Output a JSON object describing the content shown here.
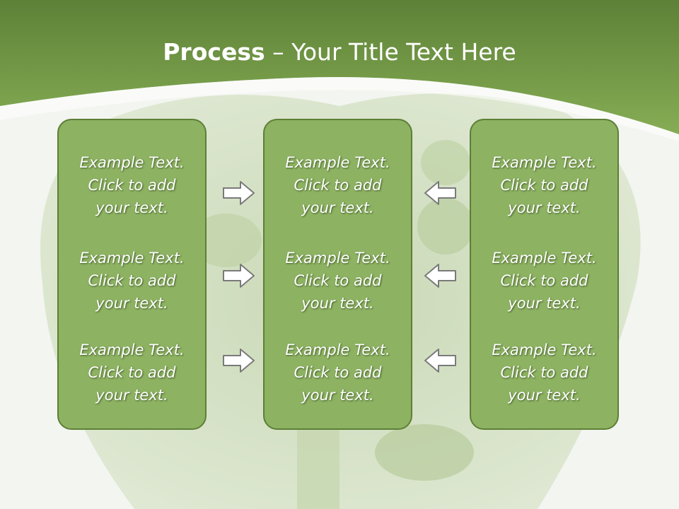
{
  "slide": {
    "title_bold": "Process",
    "title_rest": " – Your Title Text Here"
  },
  "columns": [
    {
      "items": [
        [
          "Example Text.",
          "Click  to add",
          "your text."
        ],
        [
          "Example Text.",
          "Click  to add",
          "your text."
        ],
        [
          "Example Text.",
          "Click  to add",
          "your text."
        ]
      ]
    },
    {
      "items": [
        [
          "Example Text.",
          "Click  to add",
          "your text."
        ],
        [
          "Example Text.",
          "Click  to add",
          "your text."
        ],
        [
          "Example Text.",
          "Click  to add",
          "your text."
        ]
      ]
    },
    {
      "items": [
        [
          "Example Text.",
          "Click  to add",
          "your text."
        ],
        [
          "Example Text.",
          "Click  to add",
          "your text."
        ],
        [
          "Example Text.",
          "Click  to add",
          "your text."
        ]
      ]
    }
  ],
  "arrows": {
    "left_group": "right-arrow-icon",
    "right_group": "left-arrow-icon"
  },
  "colors": {
    "header_green": "#7ea44f",
    "card_fill": "#8db262",
    "card_border": "#5d7f36",
    "arrow_fill": "#ffffff",
    "arrow_stroke": "#7a7a7a"
  }
}
